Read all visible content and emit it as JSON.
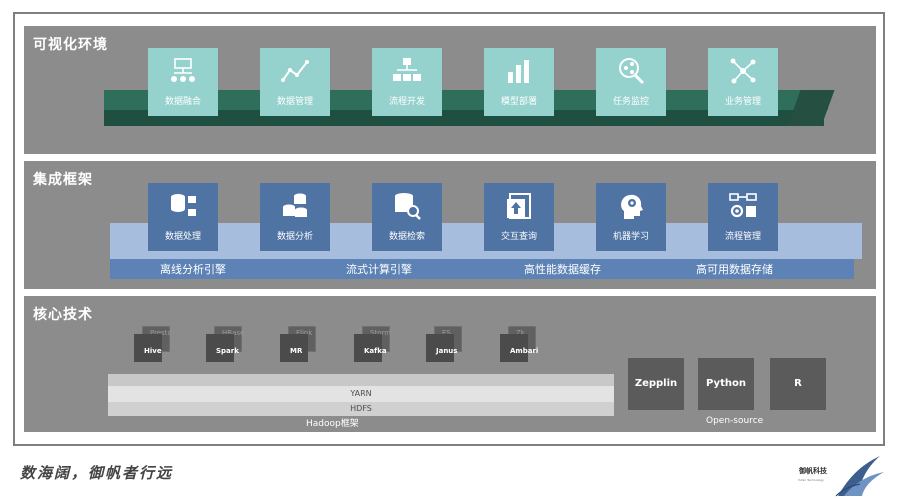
{
  "panels": {
    "visualization": {
      "title": "可视化环境",
      "tiles": [
        {
          "label": "数据融合"
        },
        {
          "label": "数据管理"
        },
        {
          "label": "流程开发"
        },
        {
          "label": "模型部署"
        },
        {
          "label": "任务监控"
        },
        {
          "label": "业务管理"
        }
      ]
    },
    "integration": {
      "title": "集成框架",
      "tiles": [
        {
          "label": "数据处理"
        },
        {
          "label": "数据分析"
        },
        {
          "label": "数据检索"
        },
        {
          "label": "交互查询"
        },
        {
          "label": "机器学习"
        },
        {
          "label": "流程管理"
        }
      ],
      "engines": [
        "离线分析引擎",
        "流式计算引擎",
        "高性能数据缓存",
        "高可用数据存储"
      ]
    },
    "core": {
      "title": "核心技术",
      "stacks": [
        {
          "front": "Hive",
          "back": "Presto"
        },
        {
          "front": "Spark",
          "back": "HBase"
        },
        {
          "front": "MR",
          "back": "Flink"
        },
        {
          "front": "Kafka",
          "back": "Storm"
        },
        {
          "front": "Janus",
          "back": "ES"
        },
        {
          "front": "Ambari",
          "back": "Zk"
        }
      ],
      "yarn": "YARN",
      "hdfs": "HDFS",
      "hadoop_caption": "Hadoop框架",
      "opensource": [
        "Zepplin",
        "Python",
        "R"
      ],
      "opensource_caption": "Open-source"
    }
  },
  "footer": {
    "slogan": "数海阔，御帆者行远",
    "logo_name": "御帆科技",
    "logo_sub": "Yufan Technology"
  },
  "colors": {
    "panel_bg": "#8c8c8c",
    "green_tile": "#95d1cd",
    "green_slab": "#2e6e5a",
    "blue_tile": "#4f73a3",
    "blue_slab": "#a8c2e5",
    "os_box": "#5b5b5b"
  }
}
